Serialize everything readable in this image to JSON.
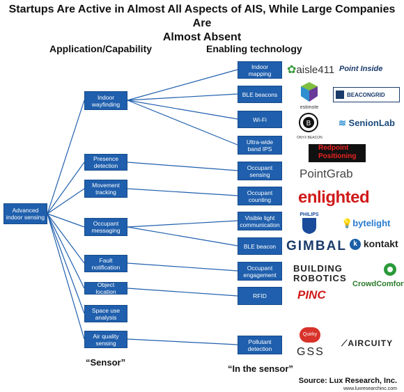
{
  "title_line1": "Startups Are Active in Almost All Aspects of AIS, While Large Companies Are",
  "title_line2": "Almost Absent",
  "col_app": "Application/Capability",
  "col_tech": "Enabling technology",
  "root": "Advanced indoor sensing",
  "applications": [
    "Indoor wayfinding",
    "Presence detection",
    "Movement tracking",
    "Occupant messaging",
    "Fault notification",
    "Object location",
    "Space use analysis",
    "Air quality sensing"
  ],
  "technologies": [
    "Indoor mapping",
    "BLE beacons",
    "Wi-Fi",
    "Ultra-wide band IPS",
    "Occupant sensing",
    "Occupant counting",
    "Visible light communication",
    "BLE beacon",
    "Occupant engagement",
    "RFID",
    "Pollutant detection"
  ],
  "logos": {
    "aisle411": "aisle411",
    "pointinside": "Point Inside",
    "estimote": "estimote",
    "beacongrid": "BEACONGRID",
    "onyx": "ONYX BEACON",
    "senionlab": "SenionLab",
    "redpoint1": "Redpoint",
    "redpoint2": "Positioning",
    "pointgrab": "PointGrab",
    "enlighted": "enlighted",
    "philips": "PHILIPS",
    "bytelight": "bytelight",
    "gimbal": "GIMBAL",
    "kontakt": "kontakt",
    "building1": "BUILDING",
    "building2": "ROBOTICS",
    "crowdcomfort": "CrowdComfort",
    "pinc": "PINC",
    "quirky": "Quirky",
    "airquity": "AIRCUITY",
    "gss": "GSS"
  },
  "caption_sensor": "“Sensor”",
  "caption_in_sensor": "“In the sensor”",
  "source": "Source: Lux Research, Inc.",
  "url": "www.luxresearchinc.com"
}
